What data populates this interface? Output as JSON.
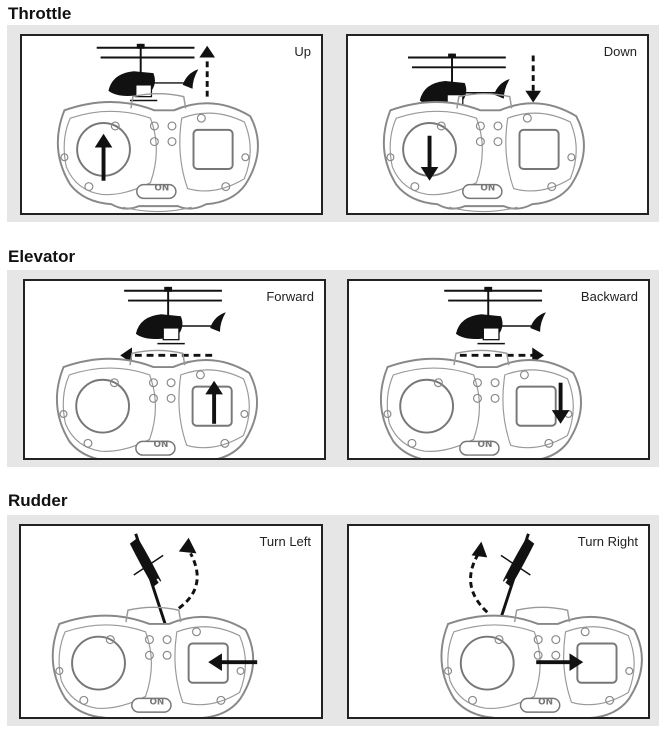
{
  "sections": [
    {
      "title": "Throttle",
      "panels": [
        {
          "label": "Up"
        },
        {
          "label": "Down"
        }
      ]
    },
    {
      "title": "Elevator",
      "panels": [
        {
          "label": "Forward"
        },
        {
          "label": "Backward"
        }
      ]
    },
    {
      "title": "Rudder",
      "panels": [
        {
          "label": "Turn Left"
        },
        {
          "label": "Turn Right"
        }
      ]
    }
  ],
  "controller": {
    "power_button_label": "ON"
  },
  "colors": {
    "ink": "#111111",
    "outline": "#888888",
    "band": "#e6e6e6"
  }
}
